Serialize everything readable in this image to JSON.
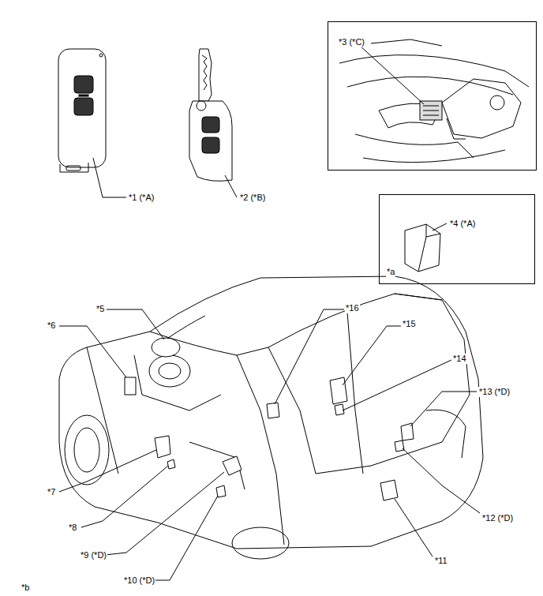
{
  "diagram": {
    "nodes": [
      {
        "text": [
          "*3 (*C)"
        ]
      },
      {
        "text": [
          "*4 (*A)",
          "*a"
        ]
      }
    ],
    "labels": [
      "*1 (*A)",
      "*2 (*B)",
      "*5",
      "*6",
      "*16",
      "*15",
      "*14",
      "*13 (*D)",
      "*12 (*D)",
      "*11",
      "*10 (*D)",
      "*9 (*D)",
      "*8",
      "*7",
      "*b"
    ]
  }
}
